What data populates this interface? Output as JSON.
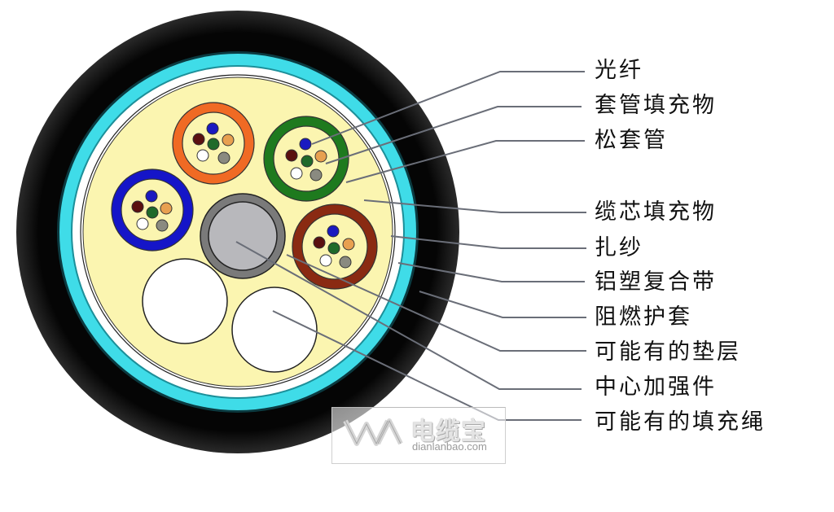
{
  "diagram": {
    "type": "cable-cross-section",
    "labels": [
      {
        "id": "optical-fiber",
        "text": "光纤"
      },
      {
        "id": "tube-filling",
        "text": "套管填充物"
      },
      {
        "id": "loose-tube",
        "text": "松套管"
      },
      {
        "id": "core-filling",
        "text": "缆芯填充物"
      },
      {
        "id": "binder-yarn",
        "text": "扎纱"
      },
      {
        "id": "aluminum-plastic-tape",
        "text": "铝塑复合带"
      },
      {
        "id": "flame-retardant-sheath",
        "text": "阻燃护套"
      },
      {
        "id": "optional-bedding",
        "text": "可能有的垫层"
      },
      {
        "id": "central-strength-member",
        "text": "中心加强件"
      },
      {
        "id": "optional-filler-rope",
        "text": "可能有的填充绳"
      }
    ],
    "colors": {
      "jacket": "#050505",
      "armor_tape": "#3fdce8",
      "binder": "#ffffff",
      "core_fill": "#fbf5b0",
      "tube_orange": "#f06a24",
      "tube_green": "#1e7a1e",
      "tube_blue": "#1515c8",
      "tube_brown": "#8a2a12",
      "strength_outer": "#7a7a7a",
      "strength_inner": "#b8b8bc",
      "filler_rope": "#ffffff",
      "leader_line": "#6a6e78"
    },
    "fiber_colors": [
      "#1a1ac0",
      "#5a1010",
      "#1f6a2a",
      "#e8a050",
      "#ffffff",
      "#8a8a80"
    ]
  },
  "watermark": {
    "name_cn": "电缆宝",
    "domain": "dianlanbao.com"
  }
}
